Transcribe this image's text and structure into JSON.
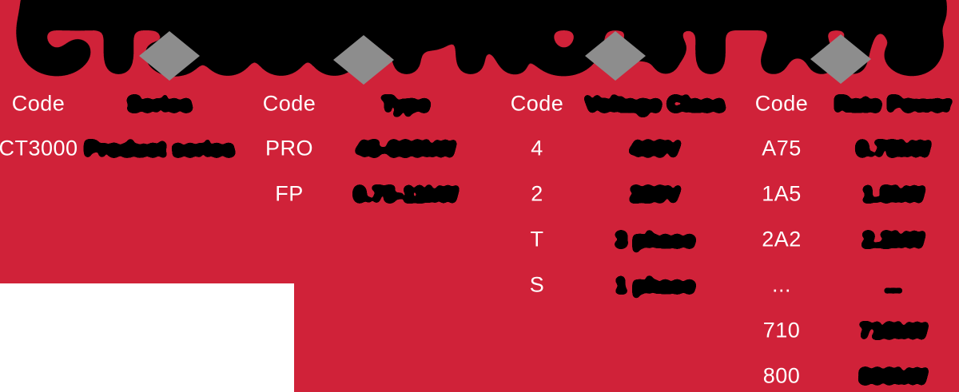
{
  "colors": {
    "background_white": "#ffffff",
    "panel_red": "#d02239",
    "diamond_gray": "#8d8d8d",
    "text_white": "#ffffff",
    "text_black": "#000000"
  },
  "model_code": {
    "text": "CT3000-PRO 4T A75"
  },
  "columns": [
    {
      "code_header": "Code",
      "desc_header": "Series",
      "rows": [
        {
          "code": "CT3000",
          "desc": "Product series"
        }
      ]
    },
    {
      "code_header": "Code",
      "desc_header": "Type",
      "rows": [
        {
          "code": "PRO",
          "desc": "45-630kW"
        },
        {
          "code": "FP",
          "desc": "0.75-11kW"
        }
      ]
    },
    {
      "code_header": "Code",
      "desc_header": "Voltage Class",
      "rows": [
        {
          "code": "4",
          "desc": "400V"
        },
        {
          "code": "2",
          "desc": "220V"
        },
        {
          "code": "T",
          "desc": "3 phase"
        },
        {
          "code": "S",
          "desc": "1 phase"
        }
      ]
    },
    {
      "code_header": "Code",
      "desc_header": "Rate Power",
      "rows": [
        {
          "code": "A75",
          "desc": "0.75kW"
        },
        {
          "code": "1A5",
          "desc": "1.5kW"
        },
        {
          "code": "2A2",
          "desc": "2.2kW"
        },
        {
          "code": "...",
          "desc": "..."
        },
        {
          "code": "710",
          "desc": "710kW"
        },
        {
          "code": "800",
          "desc": "800kW"
        }
      ]
    }
  ]
}
